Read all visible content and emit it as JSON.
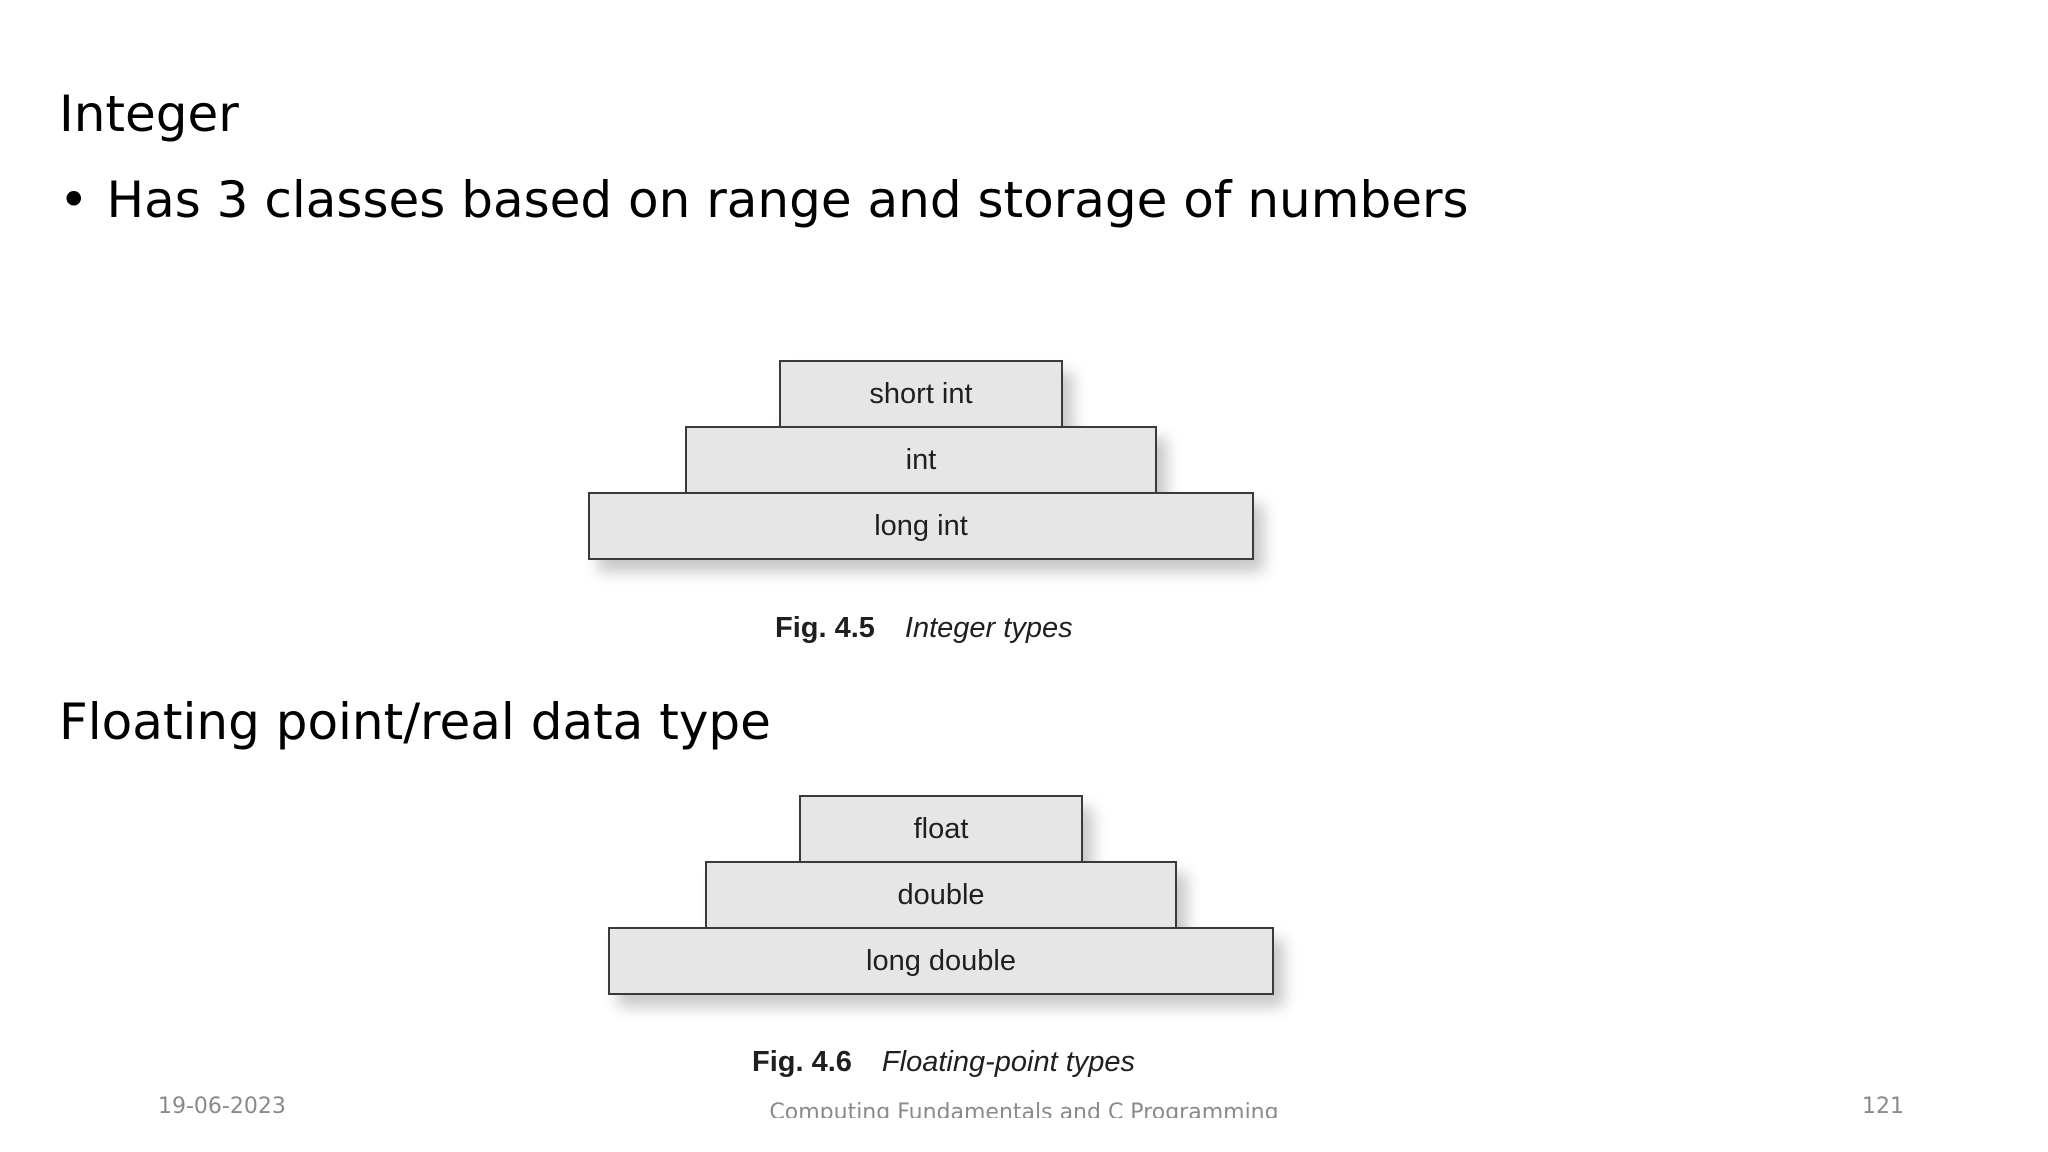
{
  "slide": {
    "heading_integer": "Integer",
    "bullet_integer": "Has 3 classes based on range and storage of numbers",
    "bullet_symbol": "•",
    "heading_float": "Floating point/real data type"
  },
  "figure_integer": {
    "boxes": [
      "short int",
      "int",
      "long int"
    ],
    "caption_number": "Fig. 4.5",
    "caption_title": "Integer types"
  },
  "figure_float": {
    "boxes": [
      "float",
      "double",
      "long double"
    ],
    "caption_number": "Fig. 4.6",
    "caption_title": "Floating-point types"
  },
  "footer": {
    "date": "19-06-2023",
    "title": "Computing Fundamentals and C Programming",
    "page_number": "121"
  }
}
